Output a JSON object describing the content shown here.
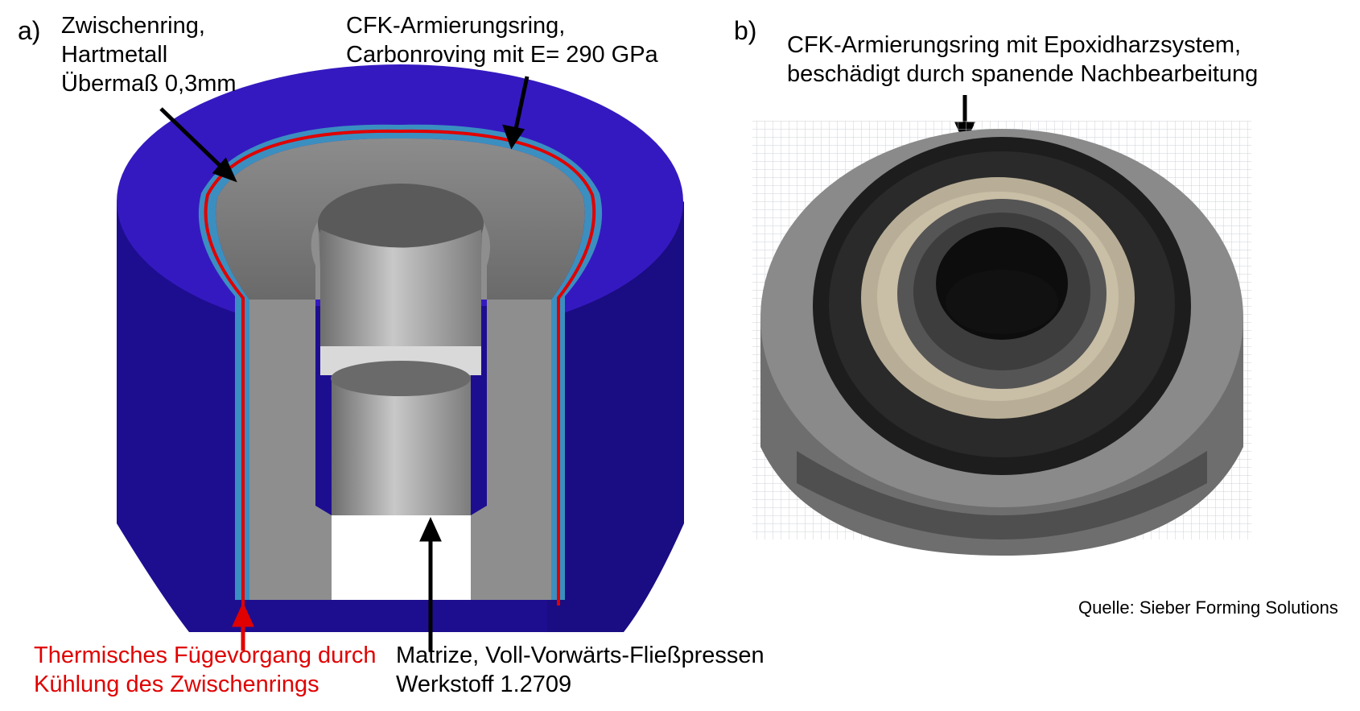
{
  "panel_a": {
    "tag": "a)",
    "labels": {
      "zwischenring": [
        "Zwischenring,",
        "Hartmetall",
        "Übermaß 0,3mm"
      ],
      "armierungsring": [
        "CFK-Armierungsring,",
        "Carbonroving mit E= 290 GPa"
      ],
      "thermisch": [
        "Thermisches Fügevorgang durch",
        "Kühlung des Zwischenrings"
      ],
      "matrize": [
        "Matrize, Voll-Vorwärts-Fließpressen",
        "Werkstoff 1.2709"
      ]
    },
    "colors": {
      "outer_ring": "#2a12a8",
      "intermediate_ring": "#3a8fc0",
      "die_core": "#9a9a9a",
      "joint_line": "#e00000"
    }
  },
  "panel_b": {
    "tag": "b)",
    "labels": {
      "caption": [
        "CFK-Armierungsring mit Epoxidharzsystem,",
        "beschädigt durch spanende Nachbearbeitung"
      ]
    },
    "source": "Quelle: Sieber Forming Solutions"
  }
}
